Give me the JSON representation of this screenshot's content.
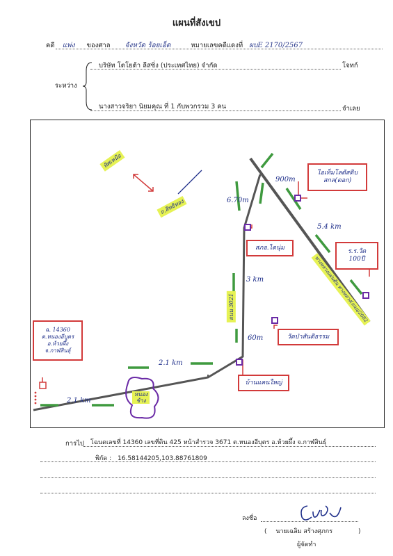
{
  "header": {
    "title": "แผนที่สังเขป",
    "case_prefix": "คดี",
    "case_type": "แพ่ง",
    "court_label": "ของศาล",
    "court_name": "จังหวัด ร้อยเอ็ด",
    "case_no_label": "หมายเลขคดีแดงที่",
    "case_no": "ผบE 2170/2567"
  },
  "parties": {
    "between_label": "ระหว่าง",
    "plaintiff_name": "บริษัท โตโยต้า ลีสซิ่ง (ประเทศไทย) จำกัด",
    "plaintiff_role": "โจทก์",
    "defendant_name": "นางสาวจริยา นิยมคุณ ที่ 1 กับพวกรวม 3 คน",
    "defendant_role": "จำเลย"
  },
  "map": {
    "north_label": "ทิศเหนือ",
    "road_label_top": "ถ.สิทธิทอง",
    "labels": {
      "lake": "หนอง\nช้าง",
      "main_road": "ทางหลวงแผ่นดิน ทางหลวง(ถนน)2082",
      "minor_road": "ถนน 3021"
    },
    "boxes": {
      "land": "ฉ. 14360\nต.หนองอีบุตร\nอ.ห้วยผึ้ง\nจ.กาฬสินธุ์",
      "shop_top": "ไอเท็มโลตัสดิบ\nสกล(ดอก)",
      "police": "สภอ.ไดนุ่ม",
      "school": "ร.ร.วัด\n100ปี",
      "temple": "วัดป่าสันติธรรม",
      "village": "บ้านแคนใหญ่"
    },
    "distances": {
      "d1": "900m",
      "d2": "6.70m",
      "d3": "5.4 km",
      "d4": "3 km",
      "d5": "60m",
      "d6": "2.1 km",
      "d7": "2.1 km"
    }
  },
  "footer": {
    "goto_label": "การไป",
    "goto_text": "โฉนดเลขที่ 14360 เลขที่ดิน 425 หน้าสำรวจ 3671  ต.หนองอีบุตร  อ.ห้วยผึ้ง  จ.กาฬสินธุ์",
    "coords_label": "พิกัด",
    "coords": "16.58144205,103.88761809",
    "sign_label": "ลงชื่อ",
    "signer_name": "นายเฉลิม  สร้างศุภกร",
    "signer_role": "ผู้จัดทำ"
  },
  "colors": {
    "road": "#555555",
    "road_marks": "#3f9a3f",
    "box_border": "#d23a3a",
    "ink": "#1f2f8a",
    "highlight": "#e6f254",
    "marker": "#6a2aa6"
  }
}
